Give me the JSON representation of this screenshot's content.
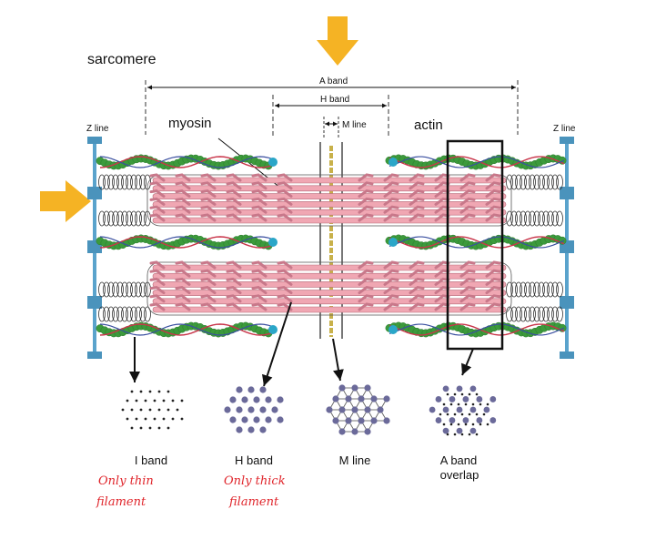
{
  "title": "sarcomere",
  "labels": {
    "a_band": "A band",
    "h_band": "H band",
    "m_line": "M line",
    "z_line_left": "Z line",
    "z_line_right": "Z line",
    "myosin": "myosin",
    "actin": "actin"
  },
  "cross_sections": [
    {
      "label": "I band",
      "label2": ""
    },
    {
      "label": "H band",
      "label2": ""
    },
    {
      "label": "M line",
      "label2": ""
    },
    {
      "label": "A band",
      "label2": "overlap"
    }
  ],
  "handwritten": {
    "note1_line1": "Only thin",
    "note1_line2": "filament",
    "note2_line1": "Only thick",
    "note2_line2": "filament"
  },
  "colors": {
    "arrow": "#f5b324",
    "myosin": "#f0a7b3",
    "actin": "#3c9a3c",
    "z_line": "#5aa3cc",
    "m_line": "#e8d36a",
    "handwriting": "#e0262c",
    "dots": "#6b6a9a"
  }
}
